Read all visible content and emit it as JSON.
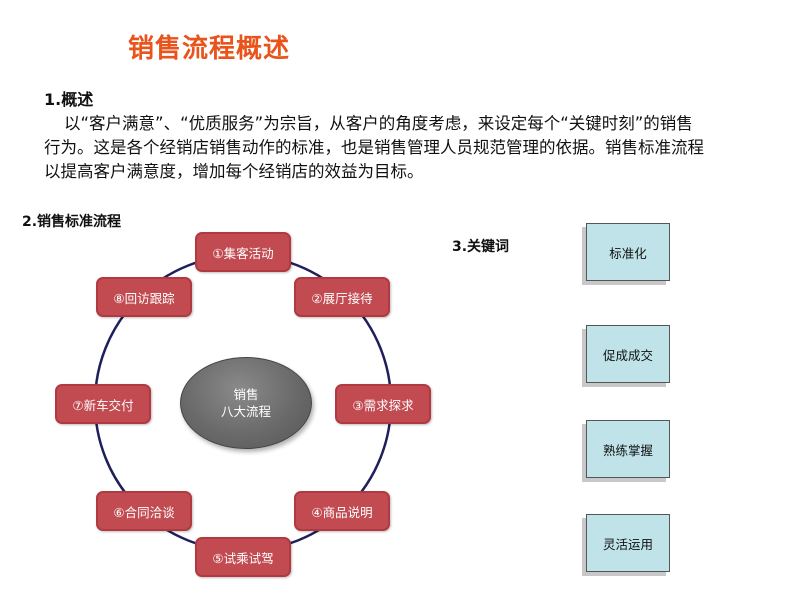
{
  "title": "销售流程概述",
  "overview": {
    "heading": "1.概述",
    "paragraph": "以“客户满意”、“优质服务”为宗旨，从客户的角度考虑，来设定每个“关键时刻”的销售行为。这是各个经销店销售动作的标准，也是销售管理人员规范管理的依据。销售标准流程以提高客户满意度，增加每个经销店的效益为目标。"
  },
  "section2_title": "2.销售标准流程",
  "center": {
    "line1": "销售",
    "line2": "八大流程"
  },
  "steps": [
    "①集客活动",
    "②展厅接待",
    "③需求探求",
    "④商品说明",
    "⑤试乘试驾",
    "⑥合同洽谈",
    "⑦新车交付",
    "⑧回访跟踪"
  ],
  "section3_title": "3.关键词",
  "keywords": [
    "标准化",
    "促成成交",
    "熟练掌握",
    "灵活运用"
  ],
  "colors": {
    "title": "#e8541b",
    "step_fill": "#c24b52",
    "ring": "#1f1f5c",
    "center_fill": "#6a6a6a",
    "keyword_fill": "#bfe3e8"
  }
}
